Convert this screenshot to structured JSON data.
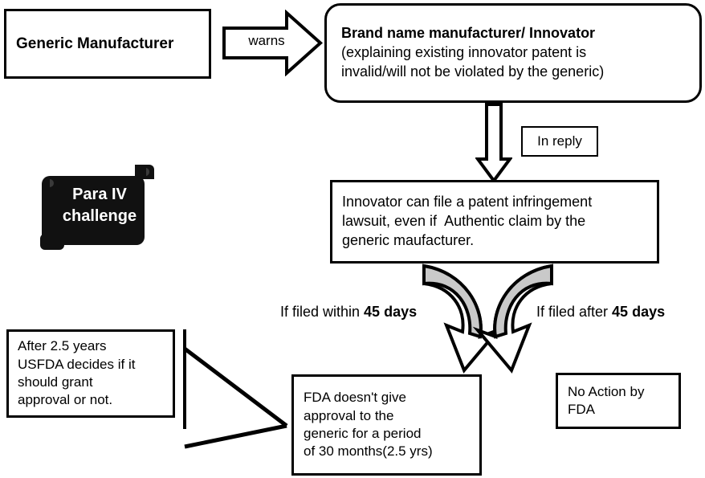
{
  "diagram": {
    "title": "Para IV challenge process flow",
    "colors": {
      "stroke": "#000000",
      "fill": "#ffffff",
      "banner_fill": "#111111",
      "banner_text": "#ffffff",
      "arrow_shade": "#cccccc"
    },
    "nodes": {
      "generic_manufacturer": {
        "lines": [
          "Generic Manufacturer"
        ]
      },
      "innovator": {
        "lines": [
          "Brand name manufacturer/ Innovator",
          "(explaining existing innovator patent is",
          "invalid/will not be violated by the generic)"
        ]
      },
      "lawsuit": {
        "lines": [
          "Innovator can file a patent infringement",
          "lawsuit, even if  Authentic claim by the",
          "generic maufacturer."
        ]
      },
      "usfda_decides": {
        "lines": [
          "After 2.5 years",
          "USFDA decides if it",
          "should grant",
          "approval or not."
        ]
      },
      "fda_no_approval": {
        "lines": [
          "FDA doesn't give",
          "approval to the",
          "generic for a period",
          "of 30 months(2.5 yrs)"
        ]
      },
      "no_action": {
        "lines": [
          "No Action by",
          "FDA"
        ]
      },
      "para_iv_banner": {
        "lines": [
          "Para IV",
          "challenge"
        ]
      }
    },
    "connectors": {
      "warns_arrow": {
        "label": "warns"
      },
      "in_reply_arrow": {
        "label": "In reply"
      },
      "curved_left": {
        "label_prefix": "If filed within ",
        "label_bold": "45 days"
      },
      "curved_right": {
        "label_prefix": "If filed after ",
        "label_bold": "45 days"
      }
    }
  }
}
